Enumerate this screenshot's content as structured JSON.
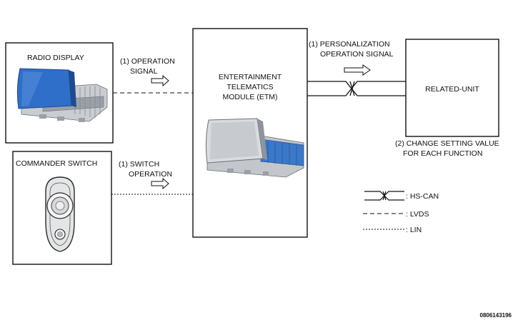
{
  "boxes": {
    "radio_display": "RADIO DISPLAY",
    "commander_switch": "COMMANDER SWITCH",
    "etm": [
      "ENTERTAINMENT",
      "TELEMATICS",
      "MODULE (ETM)"
    ],
    "related_unit": "RELATED-UNIT"
  },
  "signals": {
    "operation_signal": [
      "(1) OPERATION",
      "SIGNAL"
    ],
    "switch_operation": [
      "(1) SWITCH",
      "OPERATION"
    ],
    "personalization": [
      "(1) PERSONALIZATION",
      "OPERATION SIGNAL"
    ],
    "change_setting": [
      "(2) CHANGE SETTING VALUE",
      "FOR EACH FUNCTION"
    ]
  },
  "legend": {
    "hs_can": ": HS-CAN",
    "lvds": ": LVDS",
    "lin": ": LIN"
  },
  "figure_code": "0806143196",
  "colors": {
    "screen_blue": "#2f6fc9",
    "frame_gray": "#b8bcc2",
    "connector_blue": "#3a78c8"
  }
}
